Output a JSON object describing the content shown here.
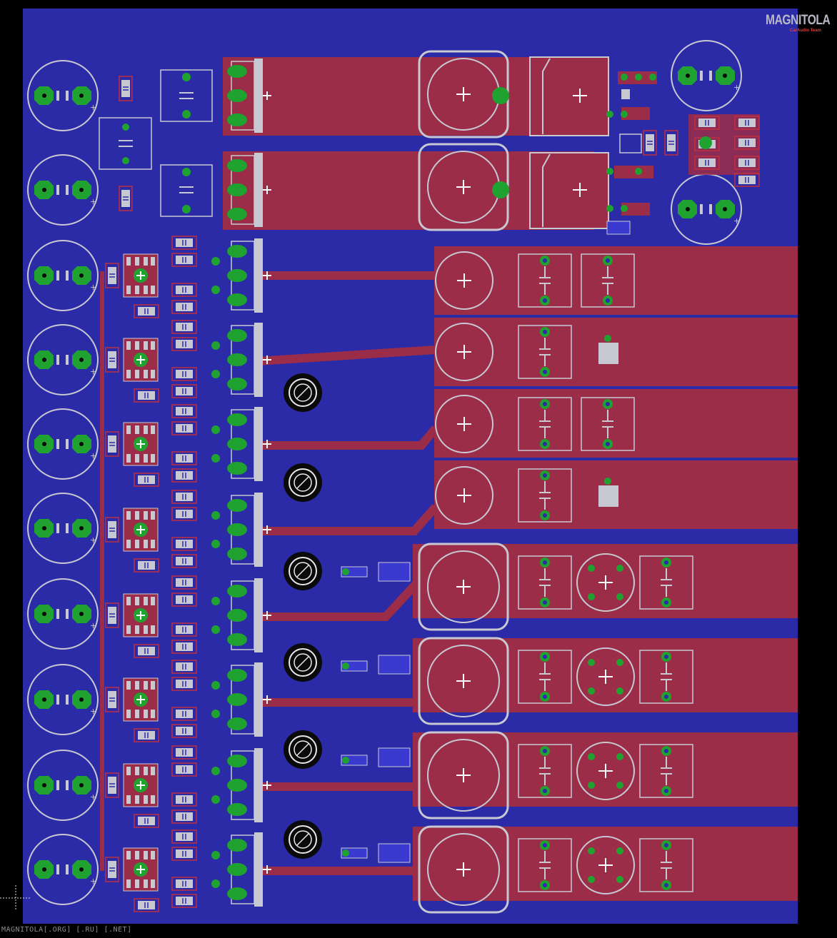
{
  "logo": {
    "name": "MAGNITOLA",
    "tagline": "CarAudio Team"
  },
  "footer": {
    "text": "MAGNITOLA[.ORG] [.RU] [.NET]"
  },
  "colors": {
    "background": "#000000",
    "bottom_copper": "#2b2ba8",
    "top_copper": "#9b2d48",
    "pads": "#1fa22f",
    "silkscreen": "#c8c8d2",
    "drill": "#0a0a0a"
  }
}
